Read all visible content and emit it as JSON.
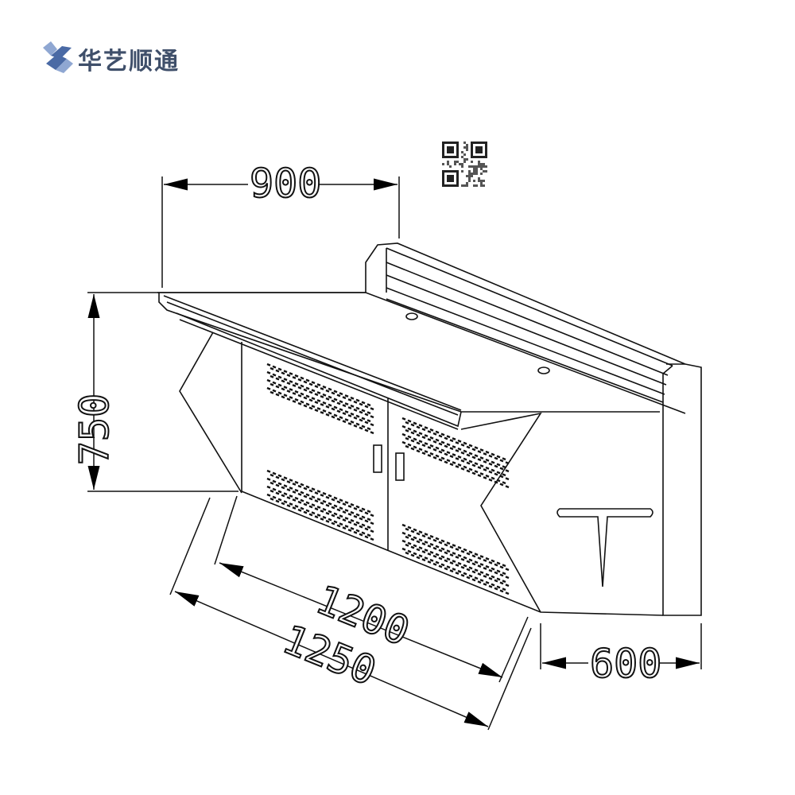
{
  "brand": {
    "name": "华艺顺通",
    "logo_icon": "brand-s-logo-icon",
    "colors": {
      "logo_blue": "#4a6aa5",
      "logo_light": "#8fa7d2",
      "text": "#3f4f6a"
    }
  },
  "qr_code": {
    "icon": "qr-code-icon"
  },
  "dimensions": {
    "top_width": "900",
    "height": "750",
    "inner_length": "1200",
    "outer_length": "1250",
    "depth": "600"
  }
}
